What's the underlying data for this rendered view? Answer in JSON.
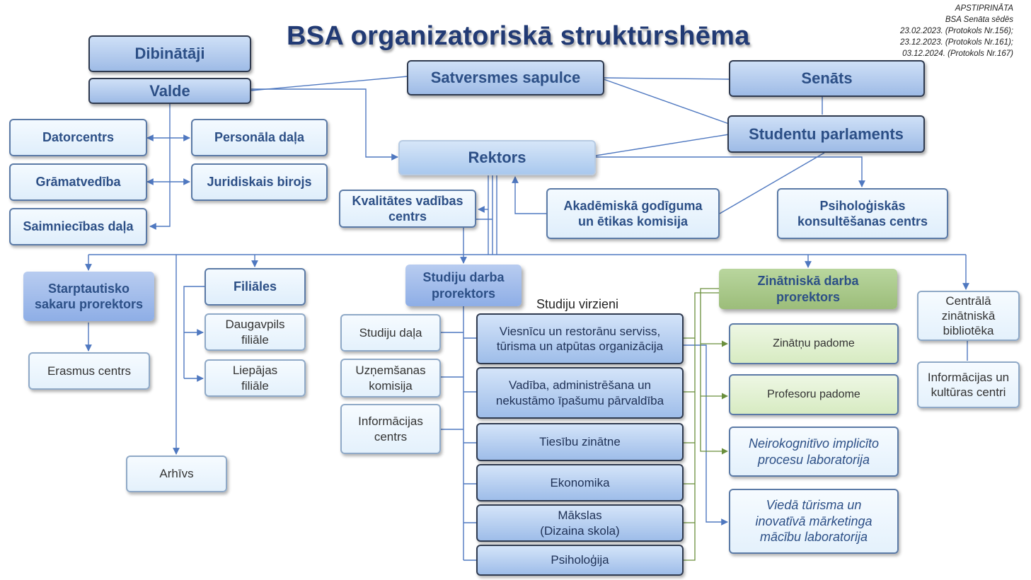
{
  "title": "BSA organizatoriskā struktūrshēma",
  "approval": {
    "line1": "APSTIPRINĀTA",
    "line2": "BSA Senāta sēdēs",
    "line3": "23.02.2023. (Protokols Nr.156);",
    "line4": "23.12.2023. (Protokols Nr.161);",
    "line5": "03.12.2024. (Protokols Nr.167)"
  },
  "governance": {
    "dibinataji": "Dibinātāji",
    "valde": "Valde",
    "satversmes_sapulce": "Satversmes sapulce",
    "senats": "Senāts",
    "studentu_parlaments": "Studentu parlaments",
    "rektors": "Rektors"
  },
  "valde_units": {
    "datorcentrs": "Datorcentrs",
    "gramatvediba": "Grāmatvedība",
    "saimniecibas_dala": "Saimniecības daļa",
    "personala_dala": "Personāla daļa",
    "juridiskais_birojs": "Juridiskais birojs"
  },
  "rektors_units": {
    "kvalitates_l1": "Kvalitātes vadības",
    "kvalitates_l2": "centrs",
    "akademiska_l1": "Akadēmiskā godīguma",
    "akademiska_l2": "un ētikas komisija",
    "psiho_centrs_l1": "Psiholoģiskās",
    "psiho_centrs_l2": "konsultēšanas centrs"
  },
  "international": {
    "prorector_l1": "Starptautisko",
    "prorector_l2": "sakaru prorektors",
    "erasmus": "Erasmus centrs"
  },
  "branches": {
    "filiales": "Filiāles",
    "daugavpils_l1": "Daugavpils",
    "daugavpils_l2": "filiāle",
    "liepajas_l1": "Liepājas",
    "liepajas_l2": "filiāle",
    "arhivs": "Arhīvs"
  },
  "studies": {
    "prorector_l1": "Studiju darba",
    "prorector_l2": "prorektors",
    "directions_label": "Studiju virzieni",
    "studiju_dala": "Studiju daļa",
    "uznemsanas_l1": "Uzņemšanas",
    "uznemsanas_l2": "komisija",
    "informacijas_l1": "Informācijas",
    "informacijas_l2": "centrs",
    "directions": {
      "d1_l1": "Viesnīcu un restorānu serviss,",
      "d1_l2": "tūrisma un atpūtas organizācija",
      "d2_l1": "Vadība, administrēšana un",
      "d2_l2": "nekustāmo īpašumu pārvaldība",
      "d3": "Tiesību zinātne",
      "d4": "Ekonomika",
      "d5_l1": "Mākslas",
      "d5_l2": "(Dizaina skola)",
      "d6": "Psiholoģija"
    }
  },
  "science": {
    "prorector_l1": "Zinātniskā darba",
    "prorector_l2": "prorektors",
    "zinatnu_padome": "Zinātņu padome",
    "profesoru_padome": "Profesoru padome",
    "neiro_l1": "Neirokognitīvo implicīto",
    "neiro_l2": "procesu laboratorija",
    "vieda_l1": "Viedā tūrisma un",
    "vieda_l2": "inovatīvā mārketinga",
    "vieda_l3": "mācību laboratorija"
  },
  "library": {
    "centrala_l1": "Centrālā",
    "centrala_l2": "zinātniskā",
    "centrala_l3": "bibliotēka",
    "info_kult_l1": "Informācijas un",
    "info_kult_l2": "kultūras centri"
  },
  "colors": {
    "title": "#213a74",
    "box_text": "#2c4f86",
    "connector": "#4f78c0",
    "connector_green": "#6a8f3c"
  }
}
